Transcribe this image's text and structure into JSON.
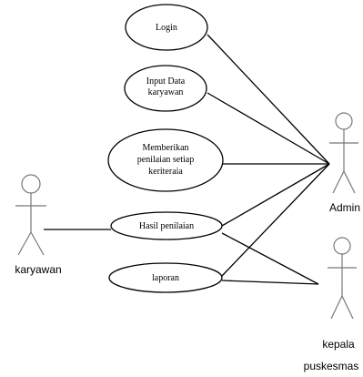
{
  "actors": {
    "karyawan": "karyawan",
    "admin": "Admin",
    "kepala": [
      "kepala",
      "puskesmas"
    ]
  },
  "use_cases": {
    "login": [
      "Login"
    ],
    "input_data": [
      "Input Data",
      "karyawan"
    ],
    "memberikan": [
      "Memberikan",
      "penilaian setiap",
      "keriteraia"
    ],
    "hasil": [
      "Hasil penilaian"
    ],
    "laporan": [
      "laporan"
    ]
  }
}
